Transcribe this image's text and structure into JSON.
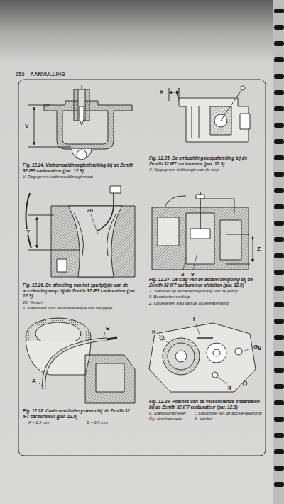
{
  "diagram": {
    "title": "252 – AANVULLING",
    "labels": [
      "Fig. 12.24. Vlotternaaldhoogteafstelling bij de Zenith 32 IF7 carburateur (par. 12.9)",
      "V. Opgegeven vlotternaaldhoogtemaat",
      "Fig. 12.25. De ontluchtingsklepafstelling bij de Zenith 32 IF7 carburateur (par. 12.9)",
      "X. Opgegeven lichthoogte van de klep",
      "Fig. 12.26. De afstelling van het spuitpijpje van de acceleratiepomp bij de Zenith 32 IF7 carburateur (par. 12.9)",
      "20. Venturi",
      "Y. Afstelmaat voor de insteekdiepte van het pijpje",
      "Fig. 12.27. De slag van de acceleratiepomp bij de Zenith 32 IF7 carburateur afstellen (par. 12.9)",
      "2. Stelmoer op de bedieningsstang van de pomp",
      "9. Benzinetoevoerklep",
      "Z. Opgegeven slag van de acceleratiepomp",
      "Fig. 12.28. Carterventilatiesysteem bij de Zenith 32 IF7 carburateur (par. 12.9)",
      "A = 1,5 mm",
      "B = 6,5 mm",
      "Fig. 12.29. Posities van de verschillende onderdelen bij de Zenith 32 IF7 carburateur (par. 12.9)",
      "g. Stationairsproeier",
      "I. Spuitpijpje van de acceleratiepomp",
      "Gg. Hoofdsproeier",
      "K. Venturi",
      "V",
      "X",
      "Y",
      "20",
      "Z",
      "2",
      "9",
      "B",
      "A",
      "K",
      "I",
      "Gg",
      "g"
    ]
  }
}
